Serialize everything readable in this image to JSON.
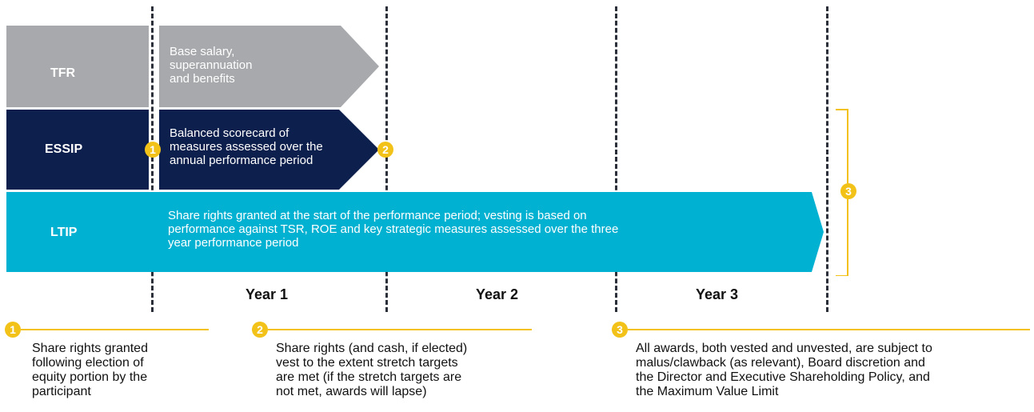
{
  "colors": {
    "tfr": "#a7a9ac",
    "essip": "#0d1f4c",
    "ltip": "#00b1d2",
    "accent": "#f2c218",
    "divider": "#2a2f3a"
  },
  "rows": {
    "tfr": {
      "label": "TFR",
      "description": [
        "Base salary,",
        "superannuation",
        "and benefits"
      ]
    },
    "essip": {
      "label": "ESSIP",
      "description": [
        "Balanced scorecard of",
        "measures assessed over the",
        "annual performance period"
      ]
    },
    "ltip": {
      "label": "LTIP",
      "description": [
        "Share rights granted at the start of the performance period; vesting is based on",
        "performance against TSR, ROE and key strategic measures assessed over the three",
        "year performance period"
      ]
    }
  },
  "years": [
    "Year 1",
    "Year 2",
    "Year 3"
  ],
  "markers": [
    "1",
    "2",
    "3"
  ],
  "notes": [
    {
      "number": "1",
      "lines": [
        "Share rights granted",
        "following election of",
        "equity portion by the",
        "participant"
      ]
    },
    {
      "number": "2",
      "lines": [
        "Share rights (and cash, if elected)",
        "vest to the extent stretch targets",
        "are met (if the stretch targets are",
        "not met, awards will lapse)"
      ]
    },
    {
      "number": "3",
      "lines": [
        "All awards, both vested and unvested, are subject to",
        "malus/clawback (as relevant), Board discretion and",
        "the Director and Executive Shareholding Policy, and",
        "the Maximum Value Limit"
      ]
    }
  ]
}
